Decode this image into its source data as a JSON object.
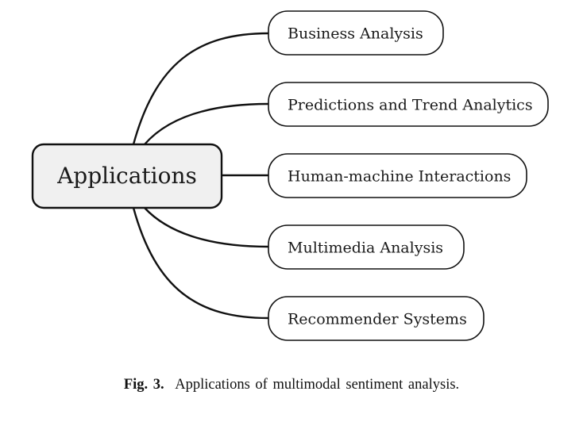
{
  "root": {
    "label": "Applications"
  },
  "branches": [
    {
      "label": "Business Analysis"
    },
    {
      "label": "Predictions and Trend Analytics"
    },
    {
      "label": "Human-machine Interactions"
    },
    {
      "label": "Multimedia Analysis"
    },
    {
      "label": "Recommender Systems"
    }
  ],
  "caption": {
    "figure_label": "Fig. 3.",
    "text": "Applications of multimodal sentiment analysis."
  },
  "colors": {
    "stroke": "#111111",
    "root_fill": "#f0f0f0",
    "leaf_fill": "#ffffff"
  }
}
